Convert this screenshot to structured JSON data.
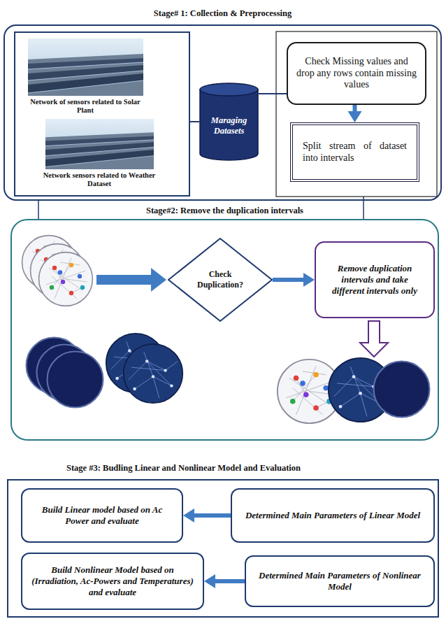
{
  "diagram": {
    "nodes": [
      {
        "text": [
          "Stage# 1: Collection & Preprocessing"
        ]
      },
      {
        "text": [
          "Network of sensors related to Solar Plant",
          "Network sensors related to Weather Dataset"
        ],
        "in": 0
      },
      {
        "text": [
          "Maraging Datasets"
        ],
        "in": 0
      },
      {
        "text": [
          "Check Missing values and drop any rows contain missing values"
        ],
        "in": 0
      },
      {
        "text": [
          "Split stream of dataset into intervals"
        ],
        "in": 0
      },
      {
        "text": [
          "Stage#2: Remove the duplication intervals"
        ]
      },
      {
        "text": [
          "Check Duplication?"
        ],
        "in": 5
      },
      {
        "text": [
          "Remove duplication intervals and take different intervals only"
        ],
        "in": 5
      },
      {
        "text": [
          "Stage #3: Budling Linear and Nonlinear Model and Evaluation"
        ]
      },
      {
        "text": [
          "Build Linear model based on Ac Power and evaluate"
        ],
        "in": 8
      },
      {
        "text": [
          "Determined Main Parameters of Linear Model"
        ],
        "in": 8
      },
      {
        "text": [
          "Build Nonlinear Model based on (Irradiation, Ac-Powers and Temperatures) and evaluate"
        ],
        "in": 8
      },
      {
        "text": [
          "Determined Main Parameters of Nonlinear Model"
        ],
        "in": 8
      }
    ],
    "edges": [
      {
        "from": 1,
        "to": 2,
        "arrow": "none"
      },
      {
        "from": 2,
        "to": 3,
        "arrow": "none"
      },
      {
        "from": 3,
        "to": 4,
        "arrow": "to"
      },
      {
        "from": 6,
        "to": 7,
        "arrow": "to"
      },
      {
        "from": 10,
        "to": 9,
        "arrow": "to"
      },
      {
        "from": 12,
        "to": 11,
        "arrow": "to"
      }
    ]
  }
}
